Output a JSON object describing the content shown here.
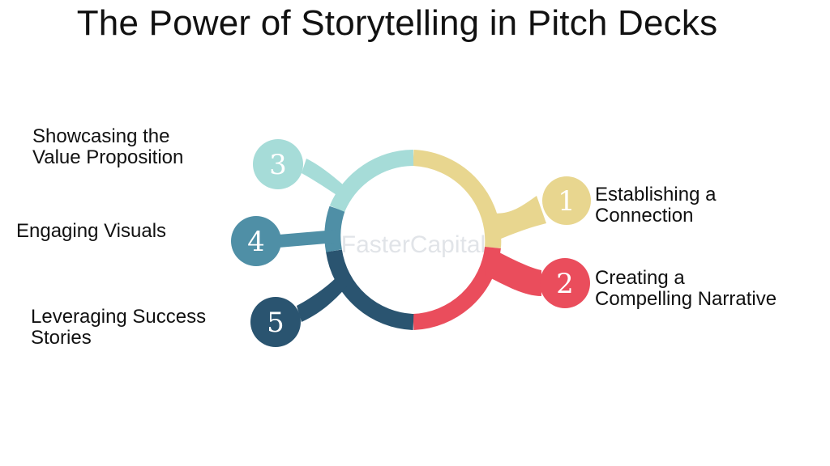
{
  "title": "The Power of Storytelling in Pitch Decks",
  "watermark": "FasterCapital",
  "steps": [
    {
      "number": "1",
      "line1": "Establishing a",
      "line2": "Connection",
      "color": "#e8d68f"
    },
    {
      "number": "2",
      "line1": "Creating a",
      "line2": "Compelling Narrative",
      "color": "#ea4d5c"
    },
    {
      "number": "3",
      "line1": "Showcasing the",
      "line2": "Value Proposition",
      "color": "#a6dcd8"
    },
    {
      "number": "4",
      "line1": "Engaging Visuals",
      "line2": "",
      "color": "#4f8fa6"
    },
    {
      "number": "5",
      "line1": "Leveraging Success",
      "line2": "Stories",
      "color": "#2a5470"
    }
  ]
}
